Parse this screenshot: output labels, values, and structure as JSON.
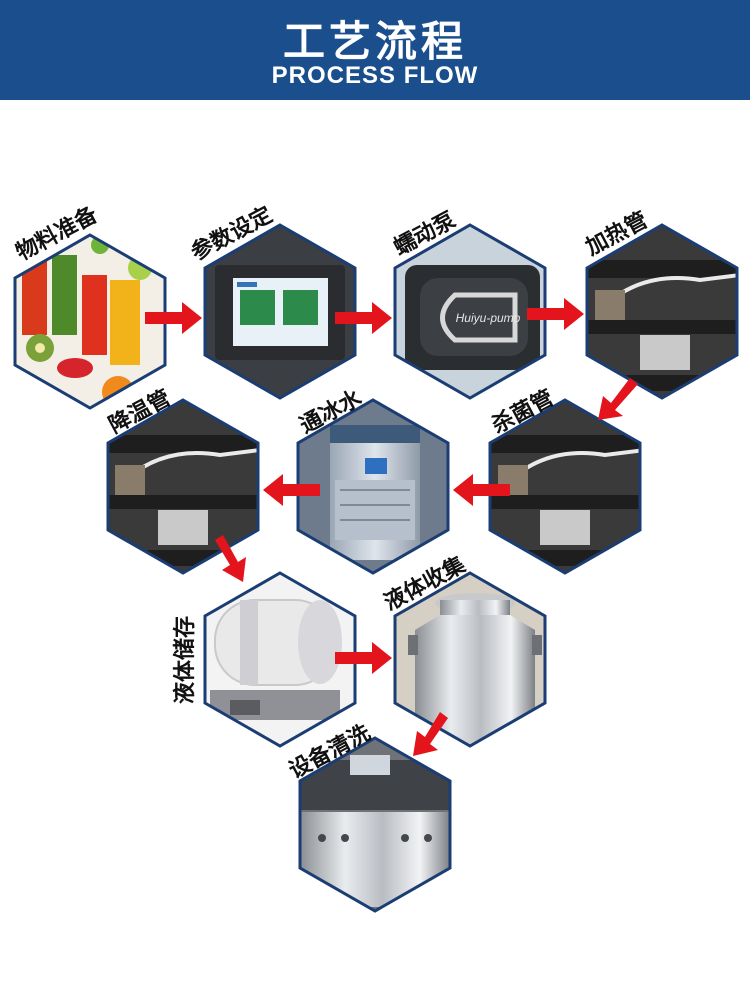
{
  "header": {
    "title_cn": "工艺流程",
    "title_en": "PROCESS FLOW",
    "bg_color": "#1a4e8c"
  },
  "steps": [
    {
      "label": "物料准备",
      "image": "fruit-juice-photo"
    },
    {
      "label": "参数设定",
      "image": "control-panel-screen"
    },
    {
      "label": "蠕动泵",
      "image": "peristaltic-pump",
      "device_text": "Huiyu-pump"
    },
    {
      "label": "加热管",
      "image": "heating-tube"
    },
    {
      "label": "杀菌管",
      "image": "sterilizing-tube"
    },
    {
      "label": "通冰水",
      "image": "ice-water-chiller"
    },
    {
      "label": "降温管",
      "image": "cooling-tube"
    },
    {
      "label": "液体储存",
      "image": "liquid-storage-tank"
    },
    {
      "label": "液体收集",
      "image": "stainless-milk-can"
    },
    {
      "label": "设备清洗",
      "image": "cleaning-equipment"
    }
  ],
  "arrow_color": "#e3141b",
  "frame_color": "#1a3d73"
}
